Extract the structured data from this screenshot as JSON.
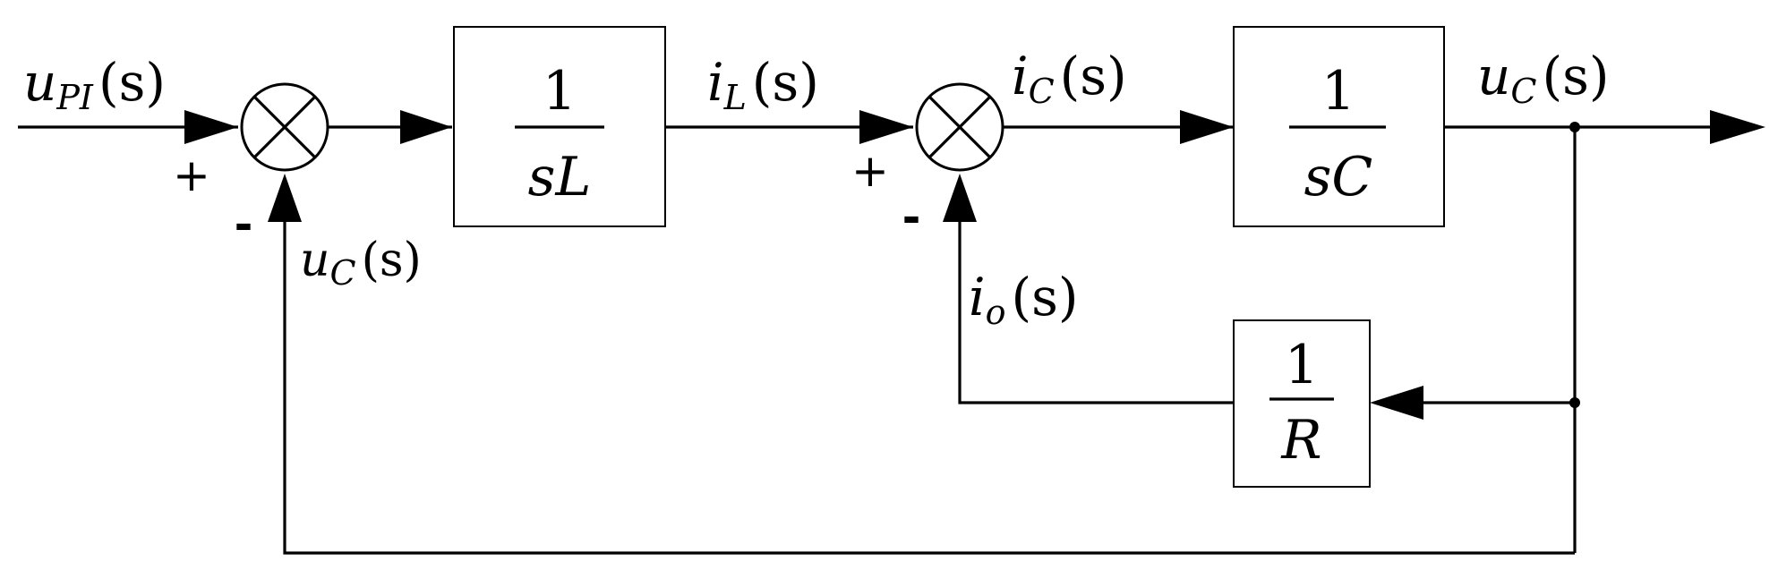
{
  "signals": {
    "u_pi": {
      "main": "u",
      "sub": "PI",
      "arg": "(s)"
    },
    "i_l": {
      "main": "i",
      "sub": "L",
      "arg": "(s)"
    },
    "i_c": {
      "main": "i",
      "sub": "C",
      "arg": "(s)"
    },
    "u_c_out": {
      "main": "u",
      "sub": "C",
      "arg": "(s)"
    },
    "u_c_fb": {
      "main": "u",
      "sub": "C",
      "arg": "(s)"
    },
    "i_o": {
      "main": "i",
      "sub": "o",
      "arg": "(s)"
    }
  },
  "blocks": {
    "inductor": {
      "num": "1",
      "den": "sL"
    },
    "capacitor": {
      "num": "1",
      "den": "sC"
    },
    "resistor": {
      "num": "1",
      "den": "R"
    }
  },
  "summing_junctions": {
    "sum1": {
      "plus": "+",
      "minus": "-"
    },
    "sum2": {
      "plus": "+",
      "minus": "-"
    }
  }
}
